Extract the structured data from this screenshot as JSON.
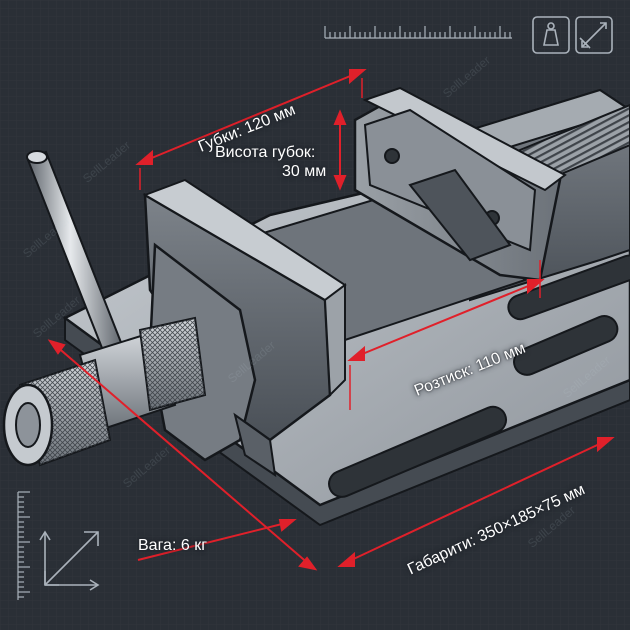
{
  "watermark": "SellLeader",
  "dimensions": {
    "jaws_width": "Губки: 120 мм",
    "jaw_height_line1": "Висота губок:",
    "jaw_height_line2": "30 мм",
    "opening": "Розтиск: 110 мм",
    "overall": "Габарити: 350×185×75 мм",
    "weight": "Вага: 6 кг"
  },
  "icons": {
    "top_right": [
      "weight-icon",
      "dimensions-icon"
    ],
    "bottom_left": [
      "expand-arrows-icon"
    ]
  },
  "colors": {
    "background": "#2a2f36",
    "metal_light": "#b9bec4",
    "metal_mid": "#8a9097",
    "metal_dark": "#565c63",
    "dimension_line": "#e0202a",
    "label_text": "#ffffff",
    "icon_stroke": "#aab2bb"
  }
}
